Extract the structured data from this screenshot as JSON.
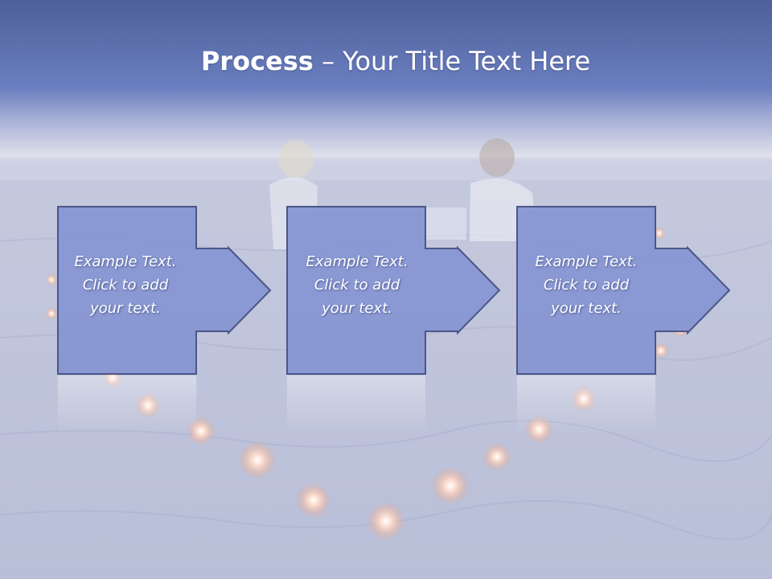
{
  "title": {
    "bold": "Process",
    "rest": " – Your Title Text Here"
  },
  "steps": [
    {
      "line1": "Example Text.",
      "line2": "Click  to add",
      "line3": "your text."
    },
    {
      "line1": "Example Text.",
      "line2": "Click  to add",
      "line3": "your text."
    },
    {
      "line1": "Example Text.",
      "line2": "Click  to add",
      "line3": "your text."
    }
  ],
  "colors": {
    "header_top": "#4e5f9a",
    "header_bottom": "#6b7fc0",
    "box_fill": "#8796d2",
    "box_stroke": "#4b5688",
    "sand": "#c6cadf"
  }
}
